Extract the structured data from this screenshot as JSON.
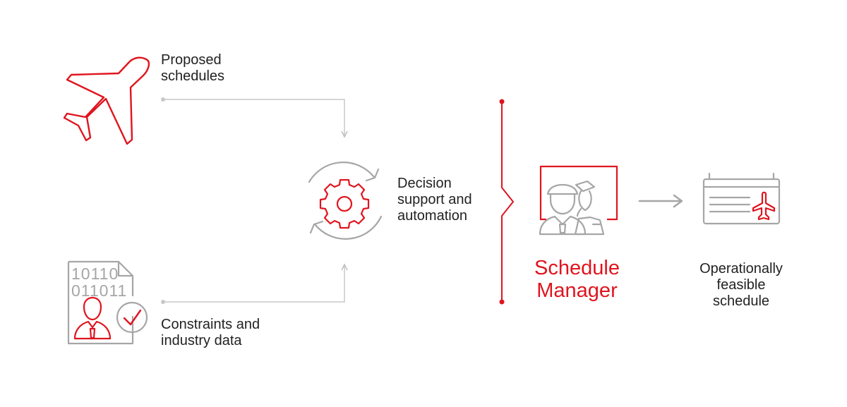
{
  "colors": {
    "accent": "#e0141e",
    "gray": "#a6a6a6",
    "text": "#222222"
  },
  "nodes": {
    "proposed": {
      "icon": "airplane-icon",
      "lines": [
        "Proposed",
        "schedules"
      ]
    },
    "constraints": {
      "icon": "binary-document-person-check-icon",
      "lines": [
        "Constraints and",
        "industry data"
      ],
      "icon_text": [
        "10110",
        "011011"
      ]
    },
    "decision": {
      "icon": "gear-cycle-icon",
      "lines": [
        "Decision",
        "support and",
        "automation"
      ]
    },
    "brand": {
      "icon": "pilot-and-attendant-icon",
      "lines": [
        "Schedule",
        "Manager"
      ]
    },
    "output": {
      "icon": "calendar-airplane-icon",
      "lines": [
        "Operationally",
        "feasible",
        "schedule"
      ]
    }
  }
}
